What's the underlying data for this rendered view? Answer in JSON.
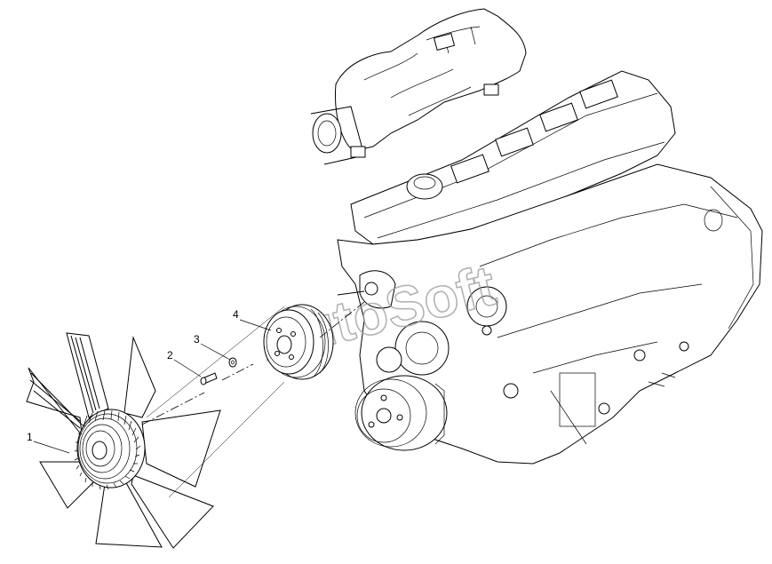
{
  "callouts": [
    {
      "id": "1",
      "text": "1"
    },
    {
      "id": "2",
      "text": "2"
    },
    {
      "id": "3",
      "text": "3"
    },
    {
      "id": "4",
      "text": "4"
    }
  ],
  "watermark": "AutoSoft"
}
